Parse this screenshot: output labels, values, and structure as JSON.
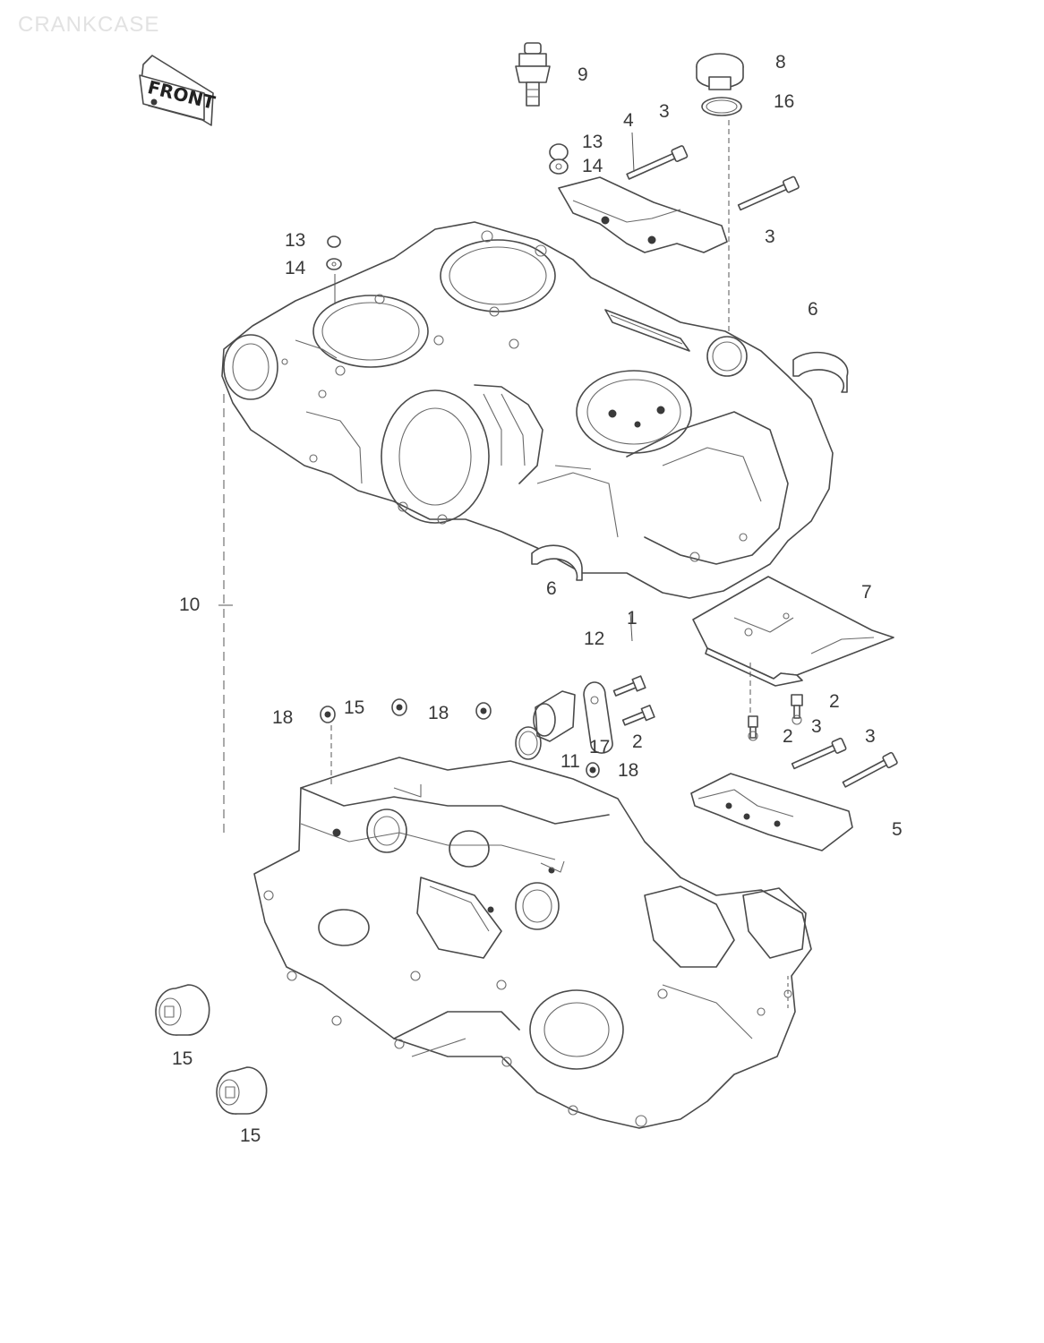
{
  "page": {
    "title": "CRANKCASE"
  },
  "front_badge": {
    "label": "FRONT"
  },
  "callouts": {
    "c9": "9",
    "c8": "8",
    "c16": "16",
    "c4": "4",
    "c3a": "3",
    "c13a": "13",
    "c14a": "14",
    "c3b": "3",
    "c13b": "13",
    "c14b": "14",
    "c6a": "6",
    "c6b": "6",
    "c10": "10",
    "c7": "7",
    "c12": "12",
    "c1": "1",
    "c18a": "18",
    "c15a": "15",
    "c18b": "18",
    "c2a": "2",
    "c3c": "3",
    "c3d": "3",
    "c2b": "2",
    "c17": "17",
    "c2c": "2",
    "c11": "11",
    "c18c": "18",
    "c5": "5",
    "c15b": "15",
    "c15c": "15"
  }
}
